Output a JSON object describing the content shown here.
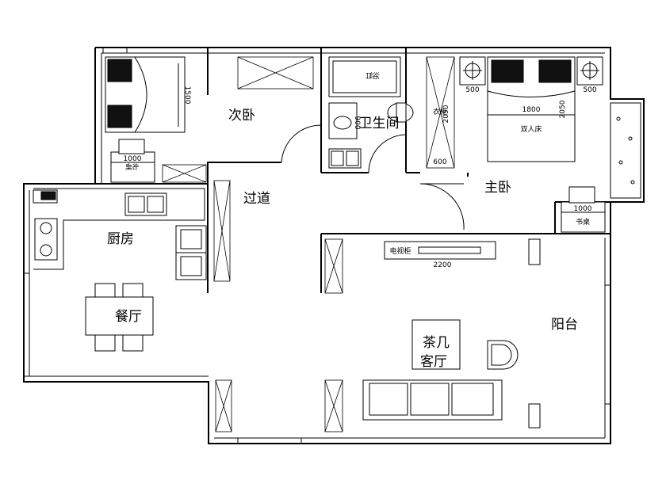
{
  "rooms": {
    "second_bedroom": "次卧",
    "master_bedroom": "主卧",
    "bathroom": "卫生间",
    "corridor": "过道",
    "kitchen": "厨房",
    "dining": "餐厅",
    "balcony": "阳台",
    "living_room": "客厅"
  },
  "furniture": {
    "bathtub": "浴缸",
    "wardrobe": "衣柜",
    "double_bed": "双人床",
    "desk_left": "书桌",
    "desk_right": "书桌",
    "tv_cabinet": "电视柜",
    "coffee_table": "茶几"
  },
  "dimensions": {
    "bed_left_length": "1500",
    "desk_left_width": "1000",
    "nightstand_left": "500",
    "nightstand_right": "500",
    "bed_width": "1800",
    "bed_length": "2050",
    "wardrobe_depth": "600",
    "wardrobe_length": "2050",
    "desk_right_width": "1000",
    "tv_cabinet_length": "2200",
    "basin_width": "900"
  }
}
